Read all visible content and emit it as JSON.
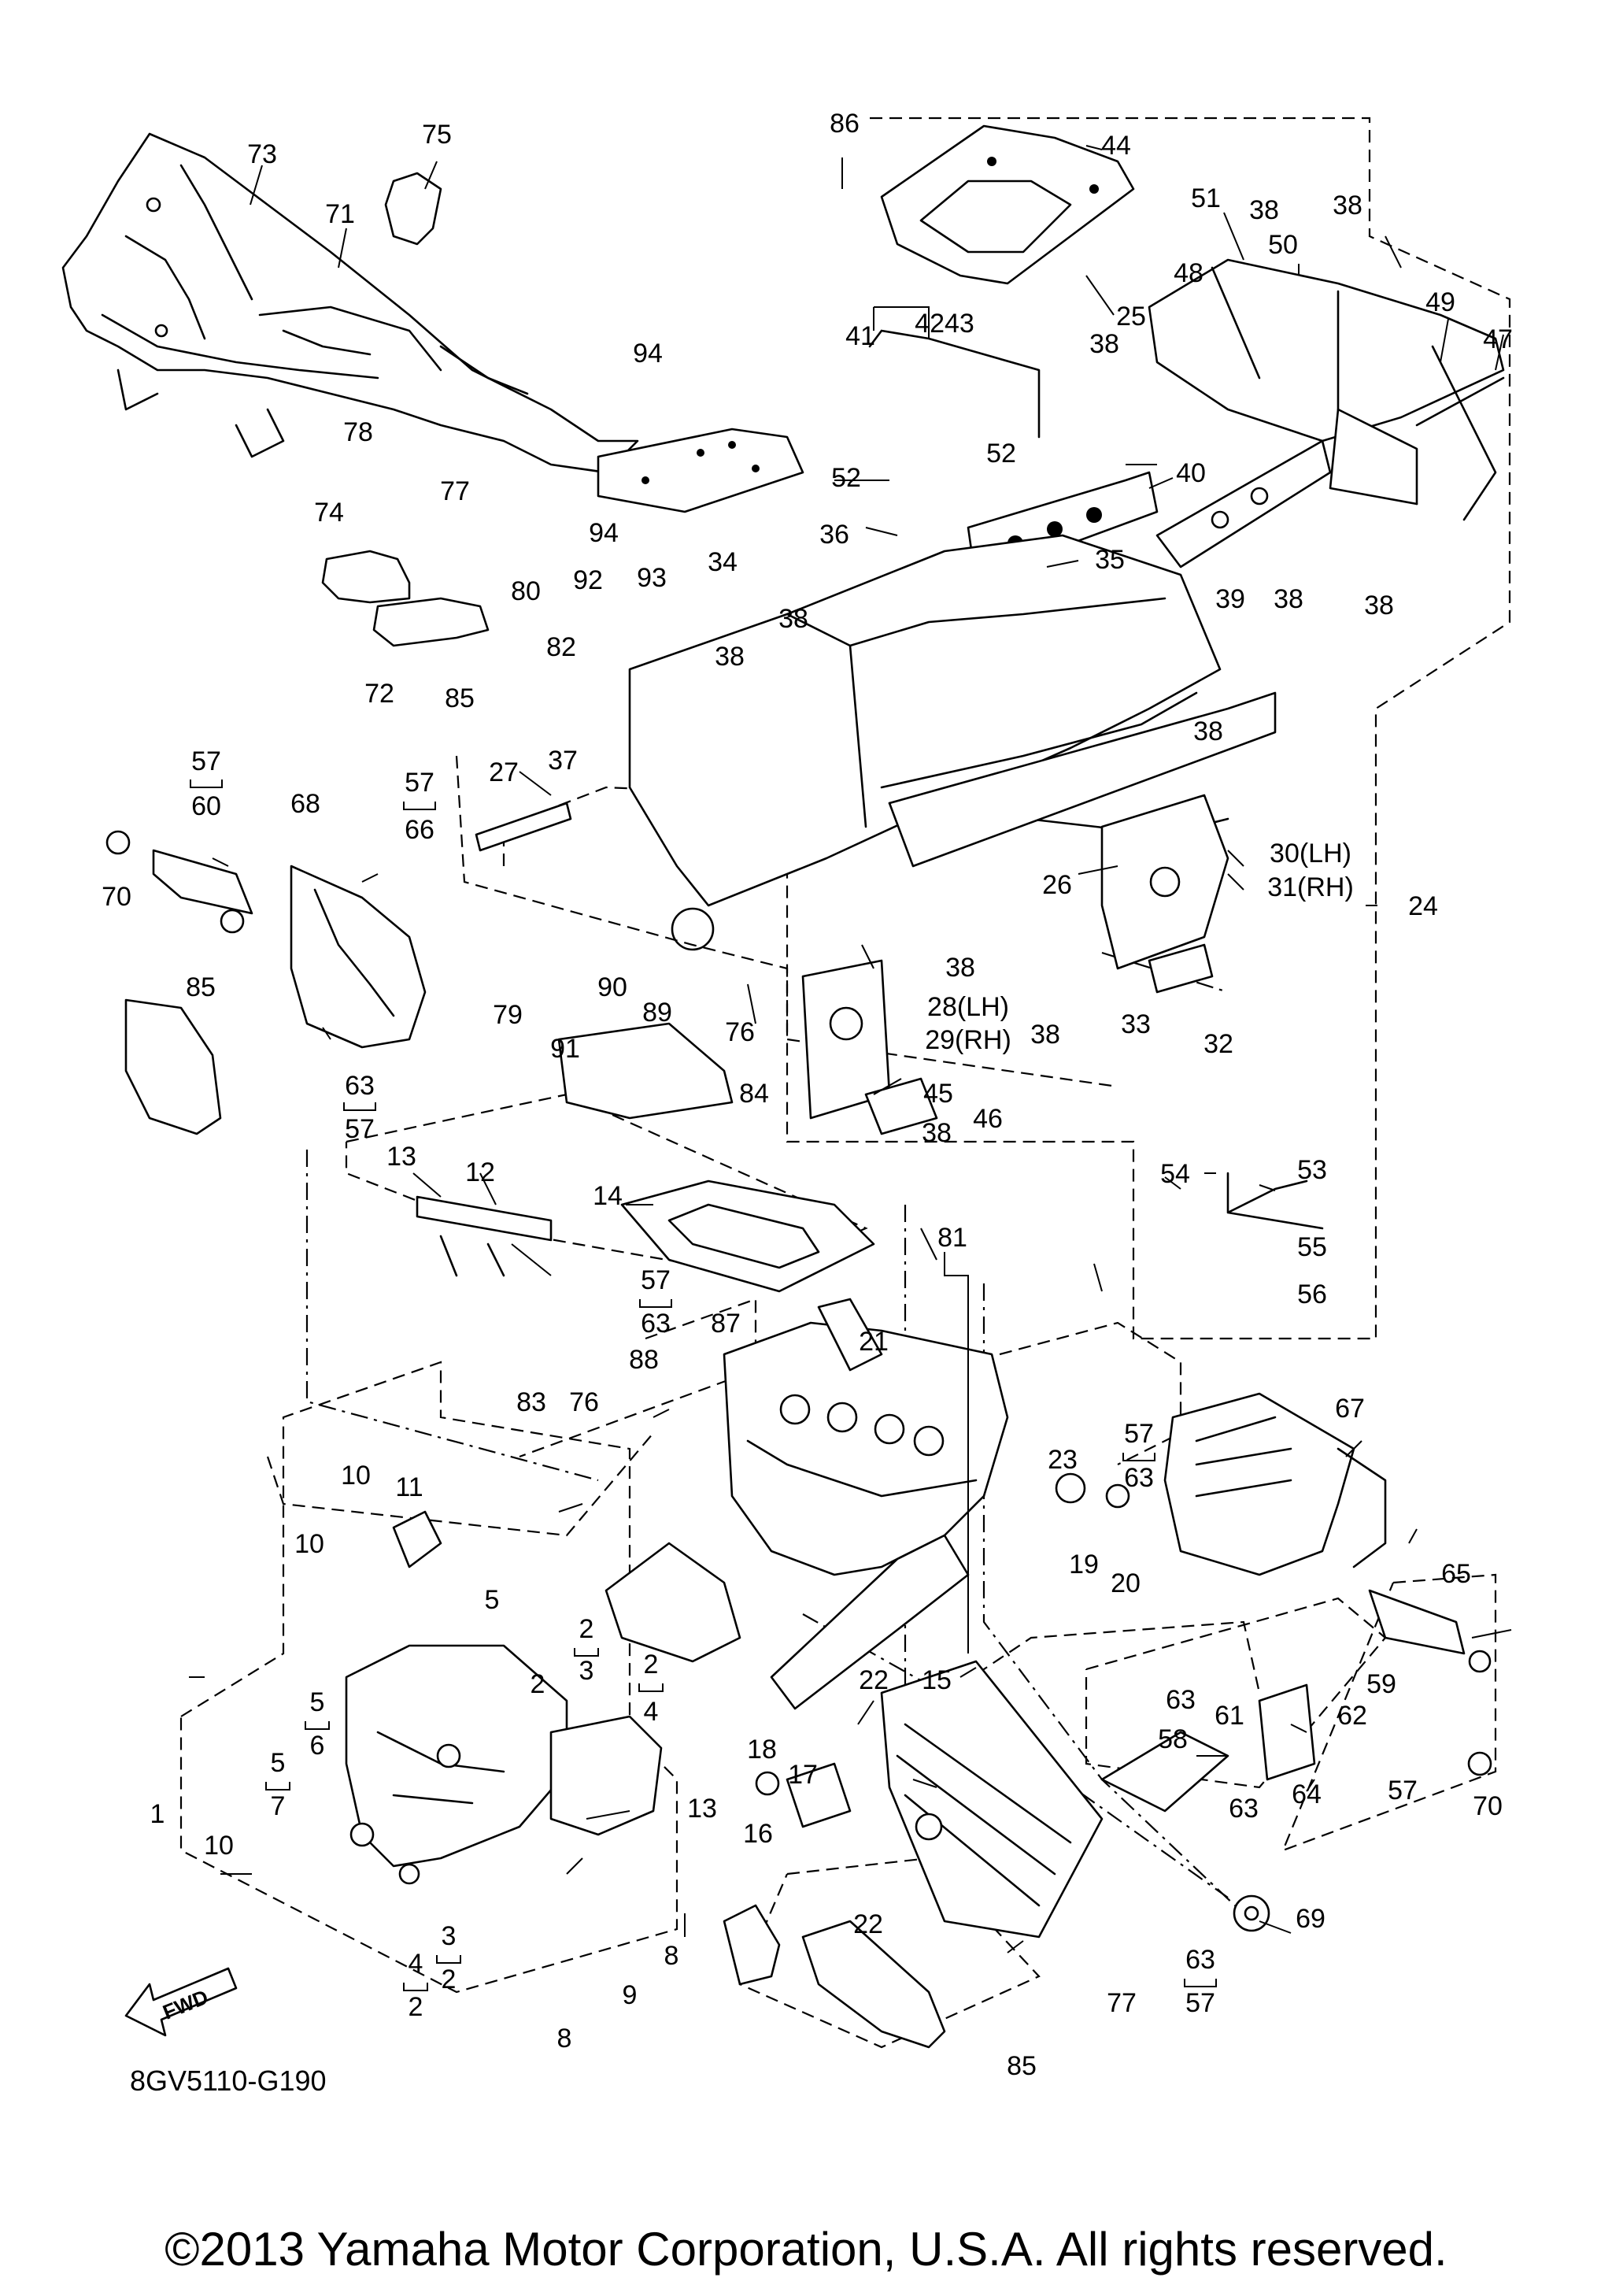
{
  "diagram": {
    "code": "8GV5110-G190",
    "fwd_label": "FWD",
    "copyright": "©2013 Yamaha Motor Corporation, U.S.A. All rights reserved.",
    "callouts": [
      {
        "id": "c1",
        "text": "1"
      },
      {
        "id": "c2a",
        "text": "2"
      },
      {
        "id": "c2b",
        "text": "2"
      },
      {
        "id": "c2c",
        "text": "2"
      },
      {
        "id": "c2d",
        "text": "2"
      },
      {
        "id": "c2e",
        "text": "2"
      },
      {
        "id": "c3a",
        "text": "3"
      },
      {
        "id": "c3b",
        "text": "3"
      },
      {
        "id": "c4a",
        "text": "4"
      },
      {
        "id": "c4b",
        "text": "4"
      },
      {
        "id": "c5a",
        "text": "5"
      },
      {
        "id": "c5b",
        "text": "5"
      },
      {
        "id": "c5c",
        "text": "5"
      },
      {
        "id": "c6",
        "text": "6"
      },
      {
        "id": "c7",
        "text": "7"
      },
      {
        "id": "c8a",
        "text": "8"
      },
      {
        "id": "c8b",
        "text": "8"
      },
      {
        "id": "c9",
        "text": "9"
      },
      {
        "id": "c10a",
        "text": "10"
      },
      {
        "id": "c10b",
        "text": "10"
      },
      {
        "id": "c10c",
        "text": "10"
      },
      {
        "id": "c11",
        "text": "11"
      },
      {
        "id": "c12",
        "text": "12"
      },
      {
        "id": "c13a",
        "text": "13"
      },
      {
        "id": "c13b",
        "text": "13"
      },
      {
        "id": "c14",
        "text": "14"
      },
      {
        "id": "c15",
        "text": "15"
      },
      {
        "id": "c16",
        "text": "16"
      },
      {
        "id": "c17",
        "text": "17"
      },
      {
        "id": "c18",
        "text": "18"
      },
      {
        "id": "c19",
        "text": "19"
      },
      {
        "id": "c20",
        "text": "20"
      },
      {
        "id": "c21",
        "text": "21"
      },
      {
        "id": "c22a",
        "text": "22"
      },
      {
        "id": "c22b",
        "text": "22"
      },
      {
        "id": "c23",
        "text": "23"
      },
      {
        "id": "c24",
        "text": "24"
      },
      {
        "id": "c25",
        "text": "25"
      },
      {
        "id": "c26",
        "text": "26"
      },
      {
        "id": "c27",
        "text": "27"
      },
      {
        "id": "c28",
        "text": "28(LH)"
      },
      {
        "id": "c29",
        "text": "29(RH)"
      },
      {
        "id": "c30",
        "text": "30(LH)"
      },
      {
        "id": "c31",
        "text": "31(RH)"
      },
      {
        "id": "c32",
        "text": "32"
      },
      {
        "id": "c33",
        "text": "33"
      },
      {
        "id": "c34",
        "text": "34"
      },
      {
        "id": "c35",
        "text": "35"
      },
      {
        "id": "c36",
        "text": "36"
      },
      {
        "id": "c37",
        "text": "37"
      },
      {
        "id": "c38a",
        "text": "38"
      },
      {
        "id": "c38b",
        "text": "38"
      },
      {
        "id": "c38c",
        "text": "38"
      },
      {
        "id": "c38d",
        "text": "38"
      },
      {
        "id": "c38e",
        "text": "38"
      },
      {
        "id": "c38f",
        "text": "38"
      },
      {
        "id": "c38g",
        "text": "38"
      },
      {
        "id": "c38h",
        "text": "38"
      },
      {
        "id": "c38i",
        "text": "38"
      },
      {
        "id": "c38j",
        "text": "38"
      },
      {
        "id": "c38k",
        "text": "38"
      },
      {
        "id": "c39",
        "text": "39"
      },
      {
        "id": "c40",
        "text": "40"
      },
      {
        "id": "c41",
        "text": "41"
      },
      {
        "id": "c4243",
        "text": "4243"
      },
      {
        "id": "c44",
        "text": "44"
      },
      {
        "id": "c45",
        "text": "45"
      },
      {
        "id": "c46",
        "text": "46"
      },
      {
        "id": "c47",
        "text": "47"
      },
      {
        "id": "c48",
        "text": "48"
      },
      {
        "id": "c49",
        "text": "49"
      },
      {
        "id": "c50",
        "text": "50"
      },
      {
        "id": "c51",
        "text": "51"
      },
      {
        "id": "c52a",
        "text": "52"
      },
      {
        "id": "c52b",
        "text": "52"
      },
      {
        "id": "c53",
        "text": "53"
      },
      {
        "id": "c54",
        "text": "54"
      },
      {
        "id": "c55",
        "text": "55"
      },
      {
        "id": "c56",
        "text": "56"
      },
      {
        "id": "c57a",
        "text": "57"
      },
      {
        "id": "c57b",
        "text": "57"
      },
      {
        "id": "c57c",
        "text": "57"
      },
      {
        "id": "c57d",
        "text": "57"
      },
      {
        "id": "c57e",
        "text": "57"
      },
      {
        "id": "c57f",
        "text": "57"
      },
      {
        "id": "c57g",
        "text": "57"
      },
      {
        "id": "c58",
        "text": "58"
      },
      {
        "id": "c59",
        "text": "59"
      },
      {
        "id": "c60",
        "text": "60"
      },
      {
        "id": "c61",
        "text": "61"
      },
      {
        "id": "c62",
        "text": "62"
      },
      {
        "id": "c63a",
        "text": "63"
      },
      {
        "id": "c63b",
        "text": "63"
      },
      {
        "id": "c63c",
        "text": "63"
      },
      {
        "id": "c63d",
        "text": "63"
      },
      {
        "id": "c63e",
        "text": "63"
      },
      {
        "id": "c63f",
        "text": "63"
      },
      {
        "id": "c64",
        "text": "64"
      },
      {
        "id": "c65",
        "text": "65"
      },
      {
        "id": "c66",
        "text": "66"
      },
      {
        "id": "c67",
        "text": "67"
      },
      {
        "id": "c68",
        "text": "68"
      },
      {
        "id": "c69",
        "text": "69"
      },
      {
        "id": "c70a",
        "text": "70"
      },
      {
        "id": "c70b",
        "text": "70"
      },
      {
        "id": "c71",
        "text": "71"
      },
      {
        "id": "c72",
        "text": "72"
      },
      {
        "id": "c73",
        "text": "73"
      },
      {
        "id": "c74",
        "text": "74"
      },
      {
        "id": "c75",
        "text": "75"
      },
      {
        "id": "c76a",
        "text": "76"
      },
      {
        "id": "c76b",
        "text": "76"
      },
      {
        "id": "c77a",
        "text": "77"
      },
      {
        "id": "c77b",
        "text": "77"
      },
      {
        "id": "c78",
        "text": "78"
      },
      {
        "id": "c79",
        "text": "79"
      },
      {
        "id": "c80",
        "text": "80"
      },
      {
        "id": "c81",
        "text": "81"
      },
      {
        "id": "c82",
        "text": "82"
      },
      {
        "id": "c83",
        "text": "83"
      },
      {
        "id": "c84",
        "text": "84"
      },
      {
        "id": "c85a",
        "text": "85"
      },
      {
        "id": "c85b",
        "text": "85"
      },
      {
        "id": "c85c",
        "text": "85"
      },
      {
        "id": "c86",
        "text": "86"
      },
      {
        "id": "c87",
        "text": "87"
      },
      {
        "id": "c88",
        "text": "88"
      },
      {
        "id": "c89",
        "text": "89"
      },
      {
        "id": "c90",
        "text": "90"
      },
      {
        "id": "c91",
        "text": "91"
      },
      {
        "id": "c92",
        "text": "92"
      },
      {
        "id": "c93",
        "text": "93"
      },
      {
        "id": "c94a",
        "text": "94"
      },
      {
        "id": "c94b",
        "text": "94"
      }
    ]
  }
}
